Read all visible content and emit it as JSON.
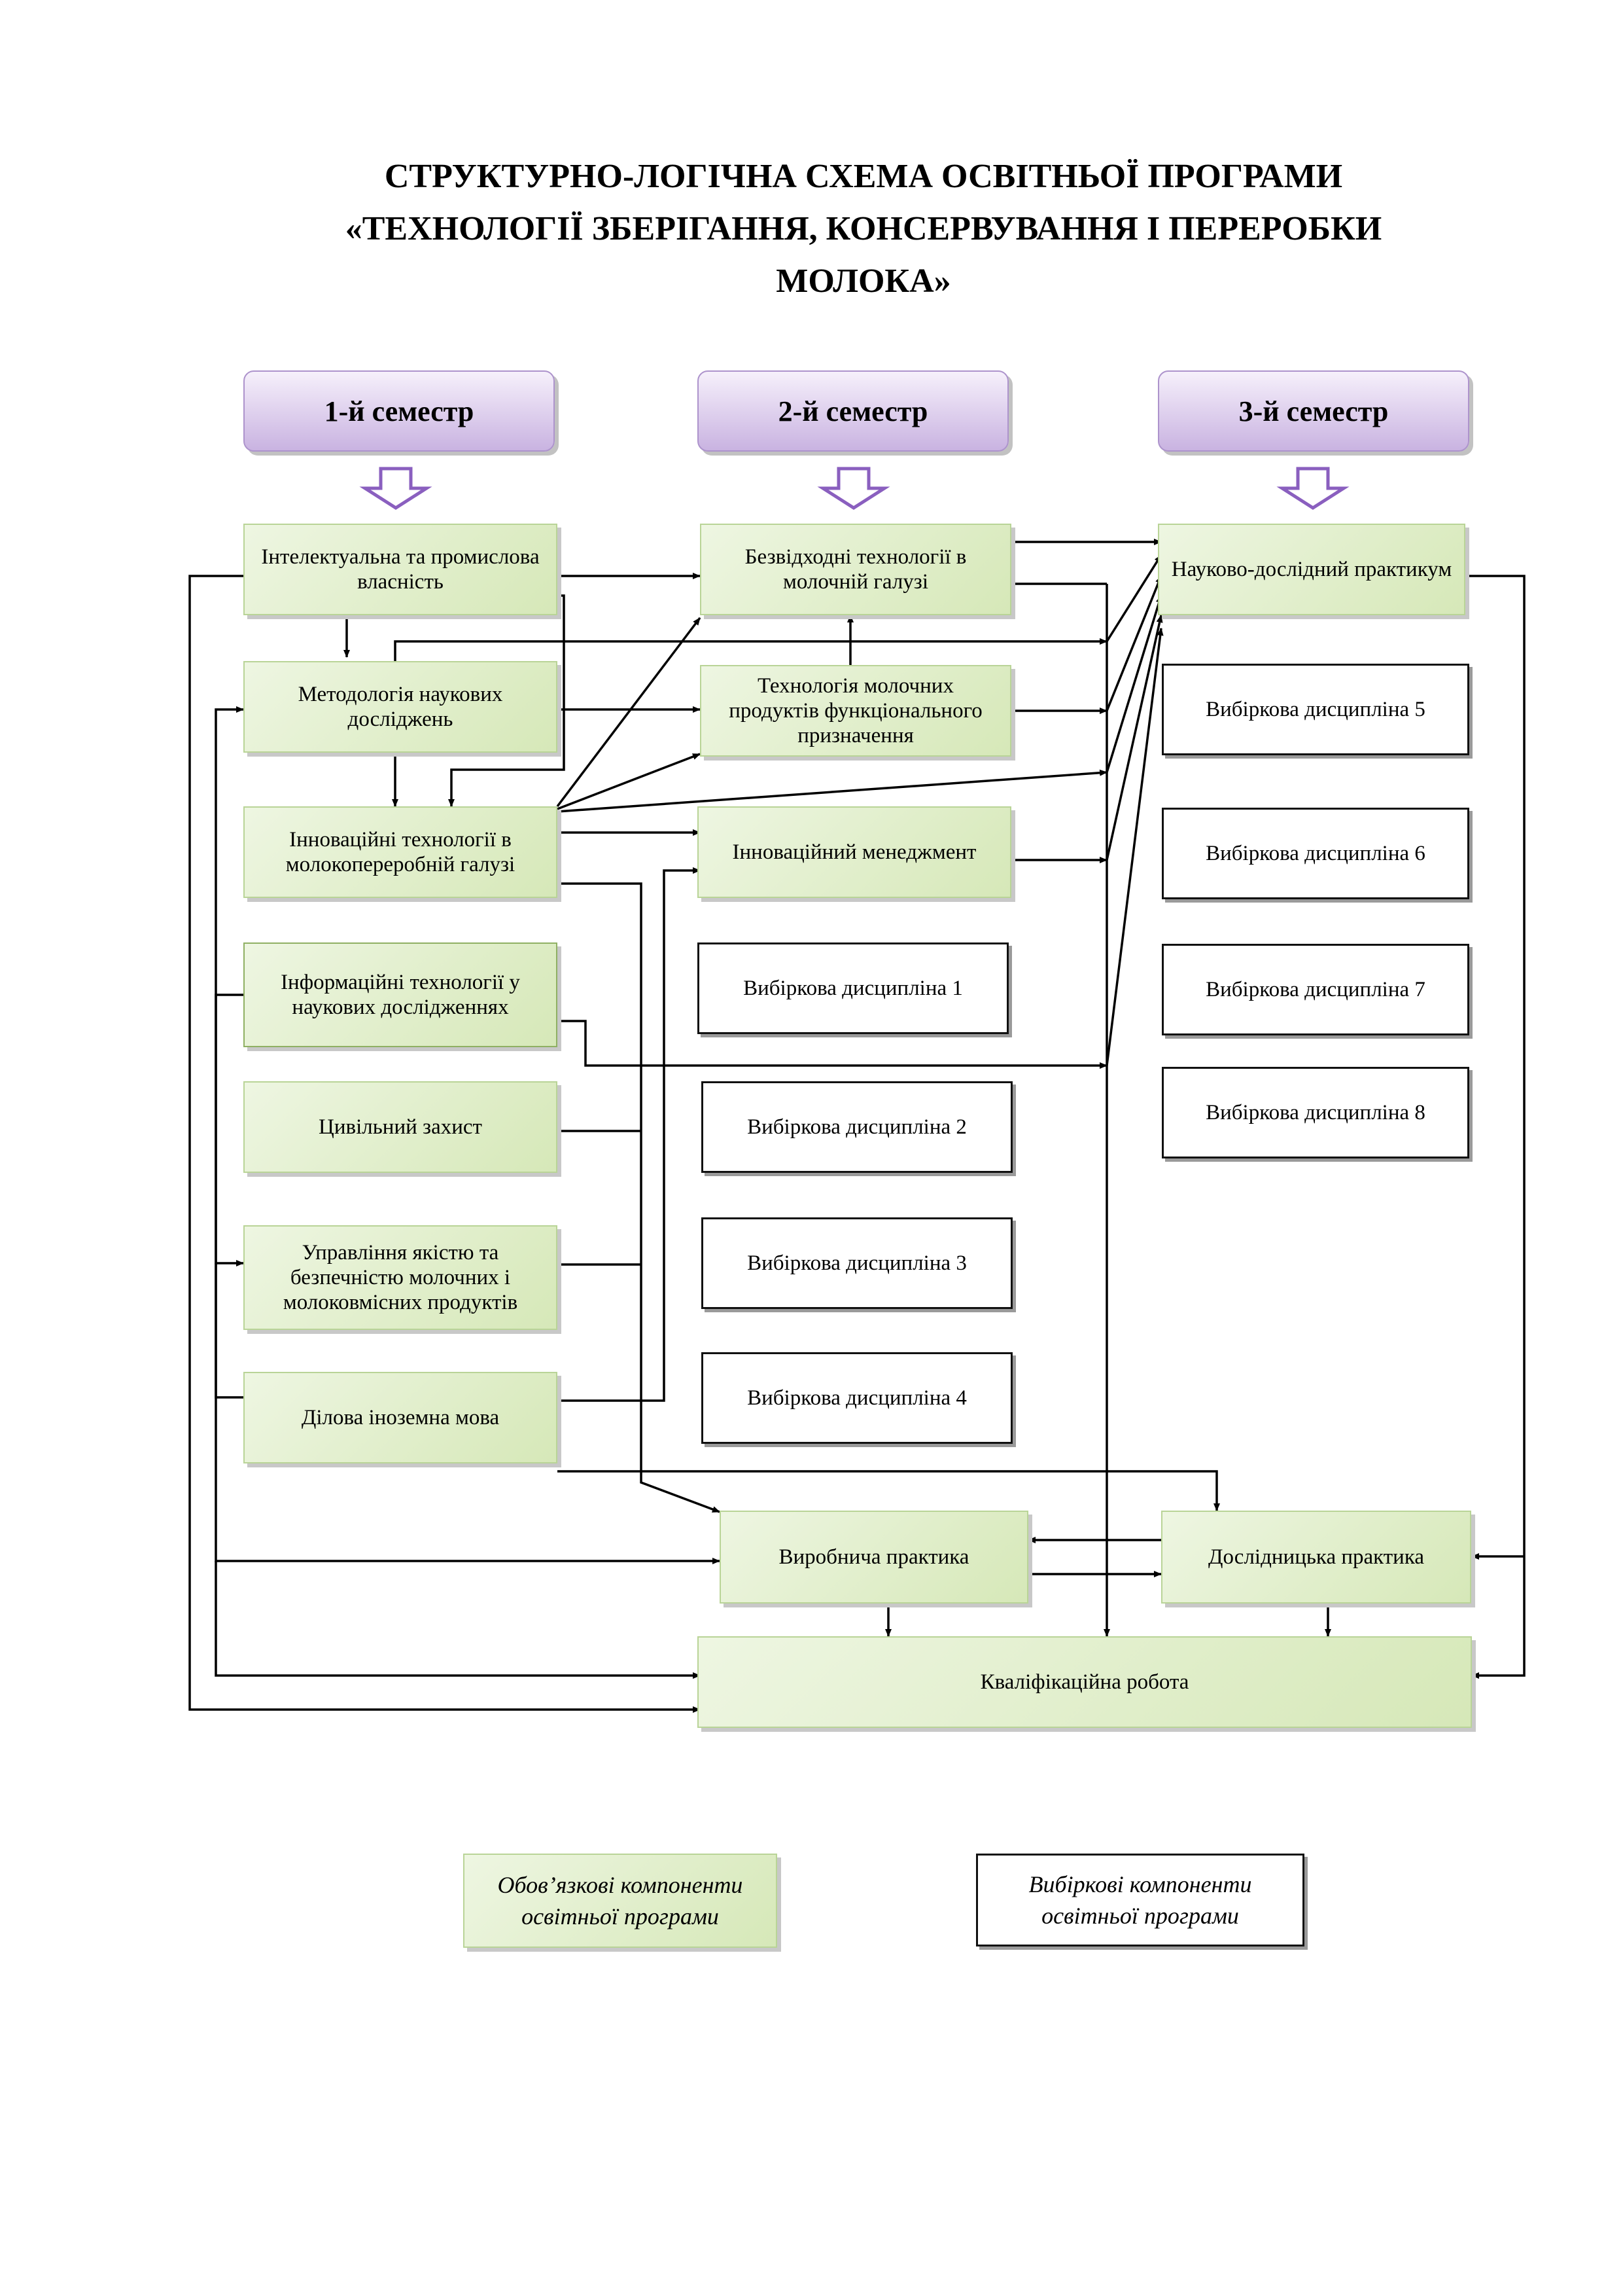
{
  "title": {
    "line1": "СТРУКТУРНО-ЛОГІЧНА СХЕМА ОСВІТНЬОЇ ПРОГРАМИ",
    "line2": "«ТЕХНОЛОГІЇ ЗБЕРІГАННЯ, КОНСЕРВУВАННЯ І ПЕРЕРОБКИ",
    "line3": "МОЛОКА»"
  },
  "semesters": {
    "s1": "1-й семестр",
    "s2": "2-й семестр",
    "s3": "3-й семестр"
  },
  "mandatory": {
    "intelectual": "Інтелектуальна та промислова власність",
    "methodology": "Методологія наукових досліджень",
    "innov_tech": "Інноваційні технології в молокопереробній галузі",
    "info_tech": "Інформаційні технології у наукових дослідженнях",
    "civil": "Цивільний захист",
    "quality": "Управління якістю та безпечністю молочних і молоковмісних продуктів",
    "foreign": "Ділова іноземна мова",
    "wasteless": "Безвідходні технології в молочній галузі",
    "functional": "Технологія молочних продуктів функціонального призначення",
    "innov_mgmt": "Інноваційний менеджмент",
    "research_workshop": "Науково-дослідний практикум",
    "industrial_practice": "Виробнича практика",
    "research_practice": "Дослідницька практика",
    "qualification": "Кваліфікаційна робота"
  },
  "elective": {
    "e1": "Вибіркова дисципліна 1",
    "e2": "Вибіркова дисципліна 2",
    "e3": "Вибіркова дисципліна 3",
    "e4": "Вибіркова дисципліна 4",
    "e5": "Вибіркова дисципліна 5",
    "e6": "Вибіркова дисципліна 6",
    "e7": "Вибіркова дисципліна 7",
    "e8": "Вибіркова дисципліна 8"
  },
  "legend": {
    "mandatory": "Обов’язкові компоненти освітньої програми",
    "elective": "Вибіркові компоненти освітньої програми"
  },
  "colors": {
    "mandatory_fill": "#d6e8b8",
    "semester_fill": "#c9b3e1",
    "arrow_fill": "#9b72c8",
    "line": "#000000"
  }
}
